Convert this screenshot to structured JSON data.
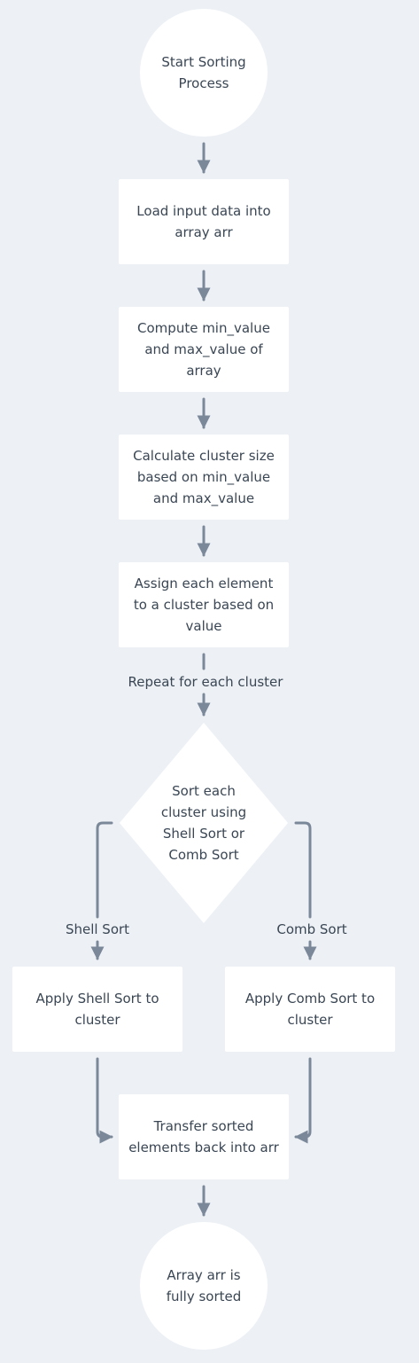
{
  "diagram": {
    "nodes": {
      "start": "Start Sorting Process",
      "load": "Load input data into array arr",
      "minmax": "Compute min_value and max_value of array",
      "cluster_size": "Calculate cluster size based on min_value and max_value",
      "assign": "Assign each element to a cluster based on value",
      "decision": "Sort each cluster using Shell Sort or Comb Sort",
      "shell": "Apply Shell Sort to cluster",
      "comb": "Apply Comb Sort to cluster",
      "transfer": "Transfer sorted elements back into arr",
      "end": "Array arr is fully sorted"
    },
    "edge_labels": {
      "repeat": "Repeat for each cluster",
      "shell": "Shell Sort",
      "comb": "Comb Sort"
    }
  },
  "colors": {
    "background": "#edf1f5",
    "node_fill": "#ffffff",
    "edge": "#7b8899",
    "text": "#3a4654"
  }
}
